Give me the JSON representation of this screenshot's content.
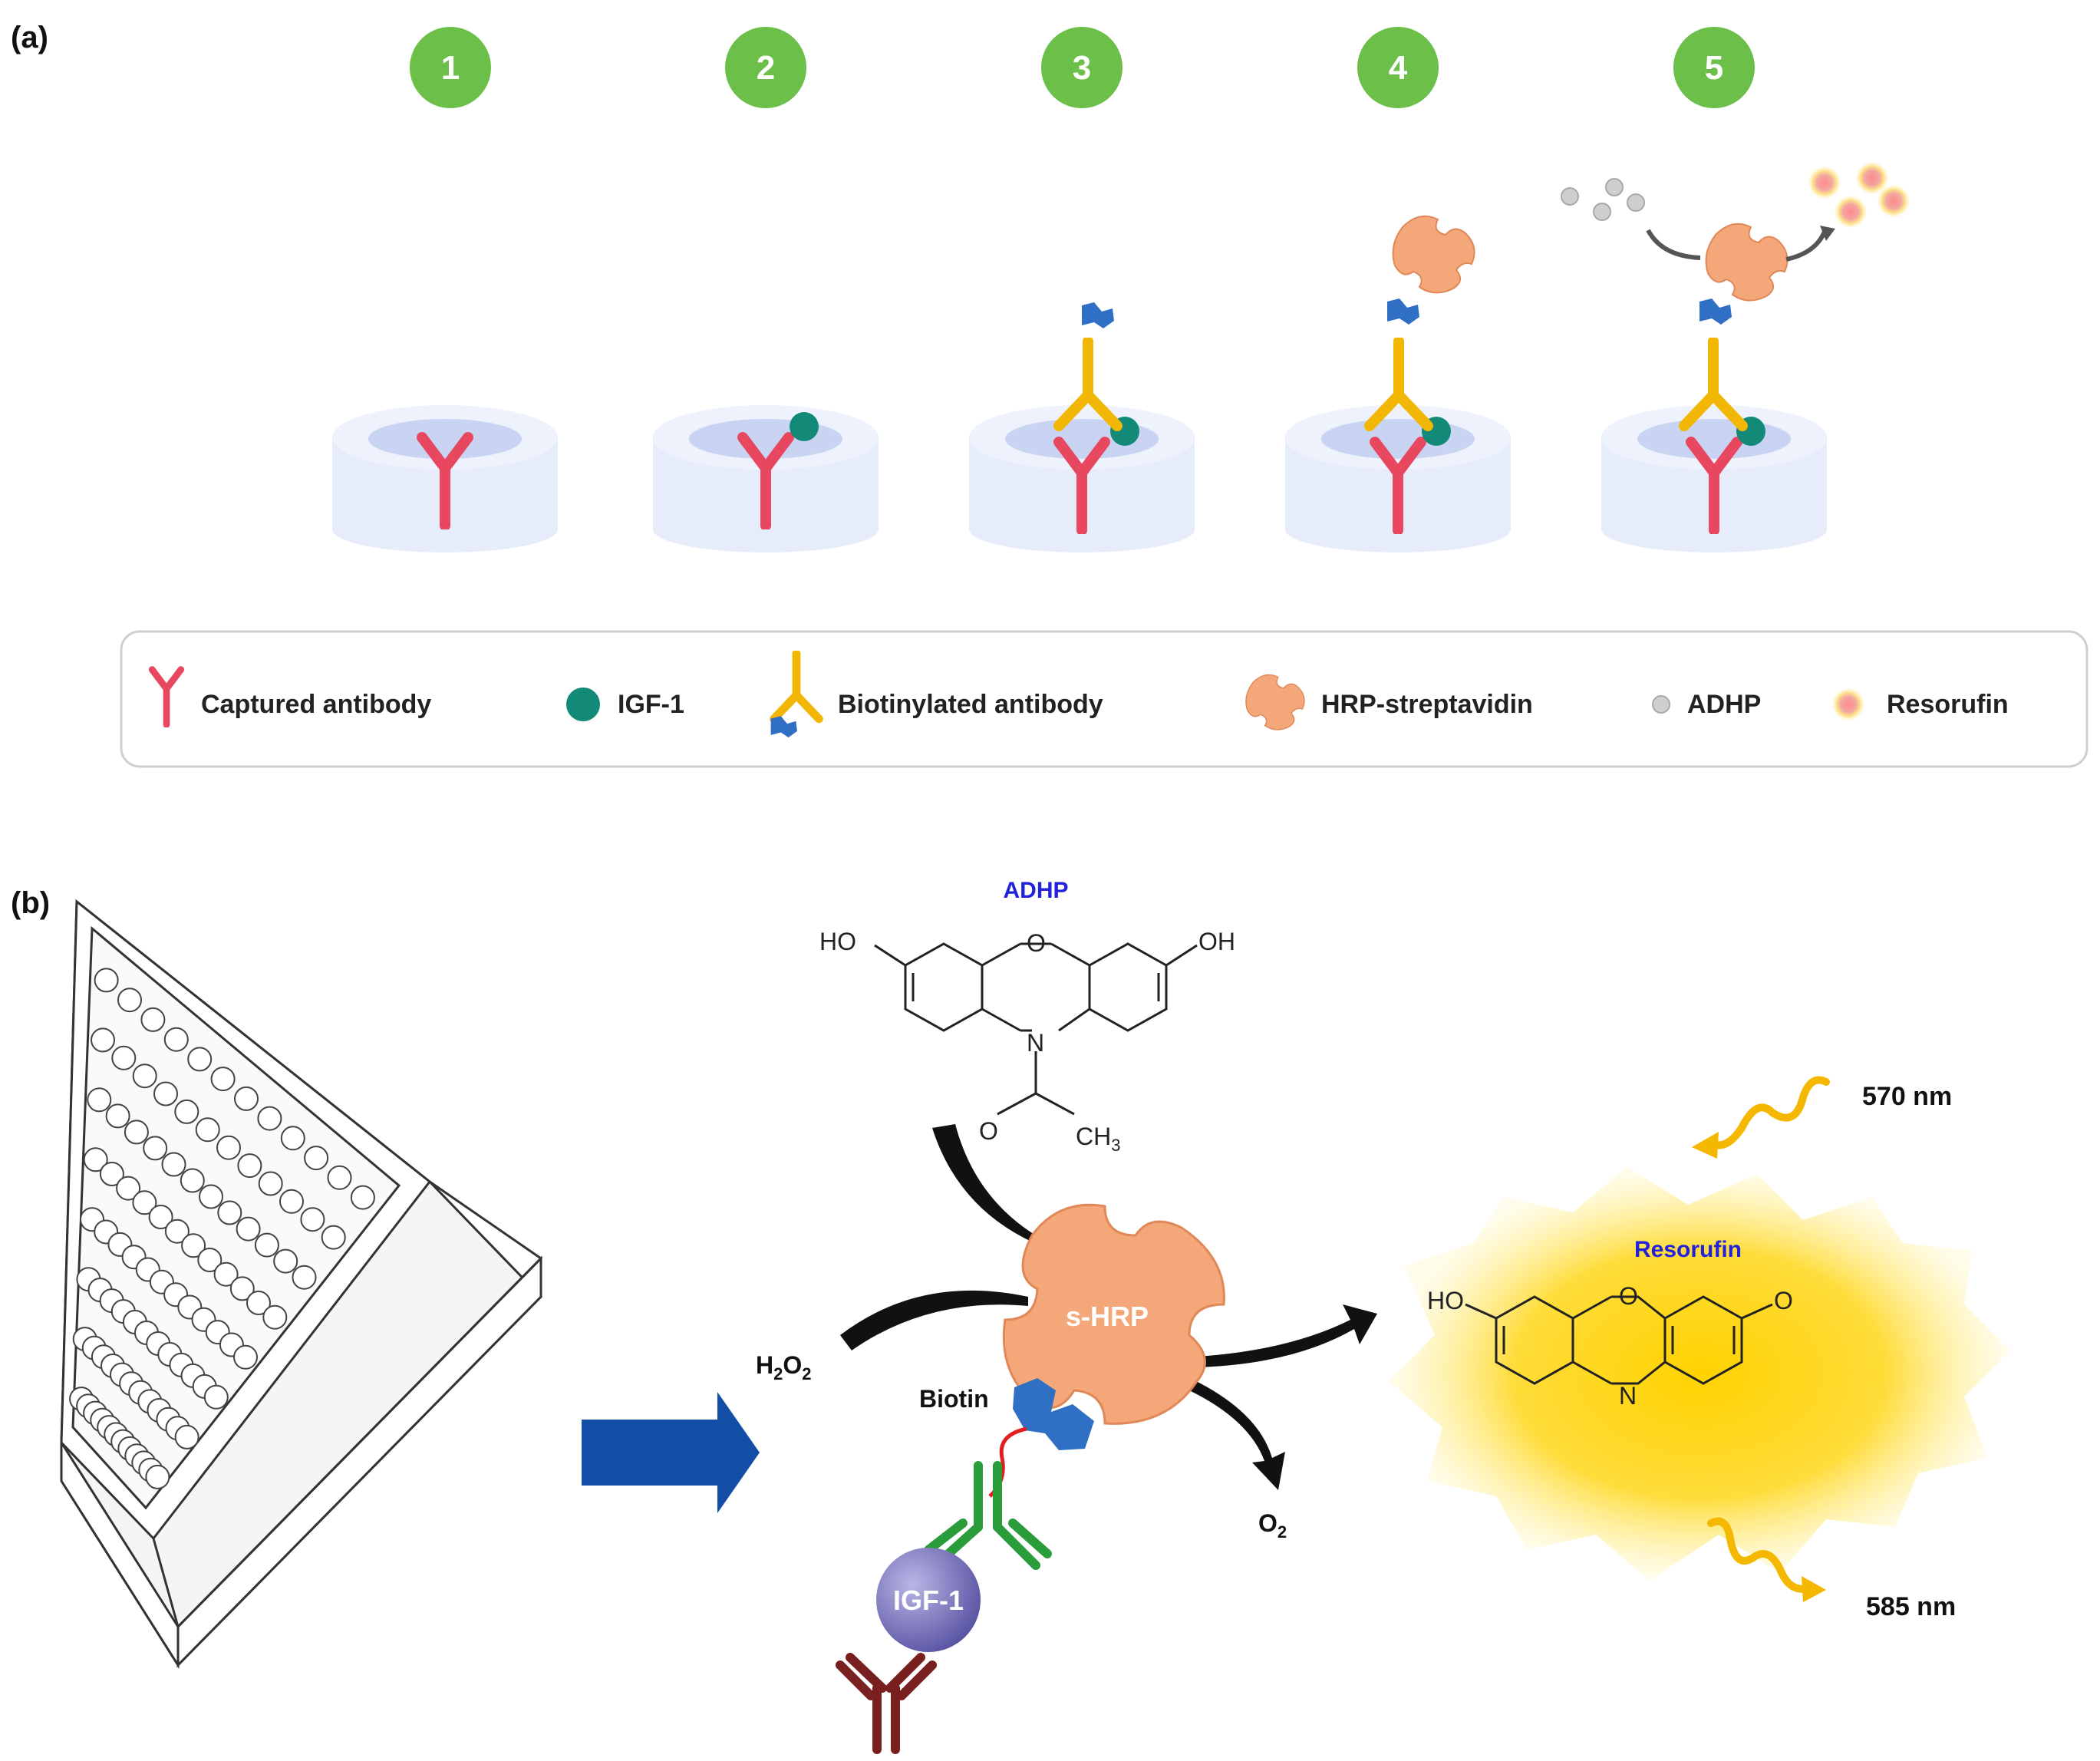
{
  "panel_a": {
    "label": "(a)",
    "steps": [
      "1",
      "2",
      "3",
      "4",
      "5"
    ],
    "legend": {
      "captured_antibody": "Captured antibody",
      "igf1": "IGF-1",
      "biotinylated_antibody": "Biotinylated antibody",
      "hrp_streptavidin": "HRP-streptavidin",
      "adhp": "ADHP",
      "resorufin": "Resorufin"
    }
  },
  "panel_b": {
    "label": "(b)",
    "adhp_title": "ADHP",
    "adhp_atoms": {
      "ho_left": "HO",
      "o_ring": "O",
      "oh_right": "OH",
      "n_ring": "N",
      "o_carbonyl": "O",
      "ch3": "CH",
      "ch3_sub": "3"
    },
    "enzyme_label": "s-HRP",
    "biotin_label": "Biotin",
    "igf1_label": "IGF-1",
    "h2o2": {
      "h": "H",
      "sub1": "2",
      "o": "O",
      "sub2": "2"
    },
    "o2": {
      "o": "O",
      "sub": "2"
    },
    "resorufin_title": "Resorufin",
    "resorufin_atoms": {
      "ho": "HO",
      "o_ring": "O",
      "o_keto": "O",
      "n_ring": "N"
    },
    "excitation": "570 nm",
    "emission": "585 nm"
  },
  "colors": {
    "step_circle": "#6cc04a",
    "capture_antibody": "#e8485f",
    "igf1": "#138a78",
    "biotinylated_antibody": "#f2b705",
    "biotin": "#2f6fc4",
    "hrp": "#f4a779",
    "well_top": "#c9d3f2",
    "well_side": "#e7ecfa",
    "arrow_blue": "#124ea6",
    "glow": "#ffd21a",
    "detection_antibody": "#2a9d3a",
    "capture_antibody_b": "#7a1f1f"
  }
}
